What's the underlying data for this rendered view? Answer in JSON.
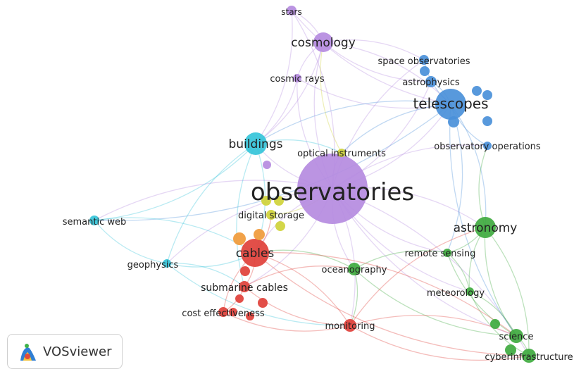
{
  "app": {
    "brand": "VOSviewer",
    "logo_icon": "vosviewer-logo-icon"
  },
  "colors": {
    "purple": "#b58be0",
    "blue": "#4a90d9",
    "cyan": "#35c4d9",
    "green": "#3faa3f",
    "red": "#e0403a",
    "yellow": "#cfd23a",
    "orange": "#f09a3a"
  },
  "nodes": [
    {
      "id": "observatories",
      "label": "observatories",
      "cluster": "purple",
      "weight": 10
    },
    {
      "id": "cosmology",
      "label": "cosmology",
      "cluster": "purple",
      "weight": 3
    },
    {
      "id": "stars",
      "label": "stars",
      "cluster": "purple",
      "weight": 2
    },
    {
      "id": "cosmic-rays",
      "label": "cosmic rays",
      "cluster": "purple",
      "weight": 2
    },
    {
      "id": "purple-minor",
      "label": "",
      "cluster": "purple",
      "weight": 1
    },
    {
      "id": "telescopes",
      "label": "telescopes",
      "cluster": "blue",
      "weight": 5
    },
    {
      "id": "astrophysics",
      "label": "astrophysics",
      "cluster": "blue",
      "weight": 2
    },
    {
      "id": "space-observatories",
      "label": "space observatories",
      "cluster": "blue",
      "weight": 2
    },
    {
      "id": "observatory-operations",
      "label": "observatory operations",
      "cluster": "blue",
      "weight": 1
    },
    {
      "id": "blue-minor-1",
      "label": "",
      "cluster": "blue",
      "weight": 1
    },
    {
      "id": "blue-minor-2",
      "label": "",
      "cluster": "blue",
      "weight": 1
    },
    {
      "id": "blue-minor-3",
      "label": "",
      "cluster": "blue",
      "weight": 1
    },
    {
      "id": "blue-minor-4",
      "label": "",
      "cluster": "blue",
      "weight": 1
    },
    {
      "id": "blue-minor-5",
      "label": "",
      "cluster": "blue",
      "weight": 1
    },
    {
      "id": "buildings",
      "label": "buildings",
      "cluster": "cyan",
      "weight": 3
    },
    {
      "id": "semantic-web",
      "label": "semantic web",
      "cluster": "cyan",
      "weight": 2
    },
    {
      "id": "geophysics",
      "label": "geophysics",
      "cluster": "cyan",
      "weight": 1
    },
    {
      "id": "astronomy",
      "label": "astronomy",
      "cluster": "green",
      "weight": 3
    },
    {
      "id": "remote-sensing",
      "label": "remote sensing",
      "cluster": "green",
      "weight": 1
    },
    {
      "id": "oceanography",
      "label": "oceanography",
      "cluster": "green",
      "weight": 2
    },
    {
      "id": "meteorology",
      "label": "meteorology",
      "cluster": "green",
      "weight": 1
    },
    {
      "id": "science",
      "label": "science",
      "cluster": "green",
      "weight": 2
    },
    {
      "id": "cyberinfrastructure",
      "label": "cyberinfrastructure",
      "cluster": "green",
      "weight": 2
    },
    {
      "id": "green-minor-1",
      "label": "",
      "cluster": "green",
      "weight": 1
    },
    {
      "id": "green-minor-2",
      "label": "",
      "cluster": "green",
      "weight": 1
    },
    {
      "id": "cables",
      "label": "cables",
      "cluster": "red",
      "weight": 4
    },
    {
      "id": "submarine-cables",
      "label": "submarine cables",
      "cluster": "red",
      "weight": 2
    },
    {
      "id": "cost-effectiveness",
      "label": "cost effectiveness",
      "cluster": "red",
      "weight": 1
    },
    {
      "id": "monitoring",
      "label": "monitoring",
      "cluster": "red",
      "weight": 2
    },
    {
      "id": "red-minor-1",
      "label": "",
      "cluster": "red",
      "weight": 1
    },
    {
      "id": "red-minor-2",
      "label": "",
      "cluster": "red",
      "weight": 1
    },
    {
      "id": "red-minor-3",
      "label": "",
      "cluster": "red",
      "weight": 1
    },
    {
      "id": "red-minor-4",
      "label": "",
      "cluster": "red",
      "weight": 1
    },
    {
      "id": "red-minor-5",
      "label": "",
      "cluster": "red",
      "weight": 1
    },
    {
      "id": "digital-storage",
      "label": "digital storage",
      "cluster": "yellow",
      "weight": 1
    },
    {
      "id": "optical-instruments",
      "label": "optical instruments",
      "cluster": "yellow",
      "weight": 1
    },
    {
      "id": "yellow-minor-1",
      "label": "",
      "cluster": "yellow",
      "weight": 1
    },
    {
      "id": "yellow-minor-2",
      "label": "",
      "cluster": "yellow",
      "weight": 1
    },
    {
      "id": "yellow-minor-3",
      "label": "",
      "cluster": "yellow",
      "weight": 1
    },
    {
      "id": "orange-1",
      "label": "",
      "cluster": "orange",
      "weight": 1
    },
    {
      "id": "orange-2",
      "label": "",
      "cluster": "orange",
      "weight": 1
    }
  ],
  "links": [
    [
      "observatories",
      "telescopes"
    ],
    [
      "observatories",
      "cosmology"
    ],
    [
      "observatories",
      "stars"
    ],
    [
      "observatories",
      "buildings"
    ],
    [
      "observatories",
      "semantic-web"
    ],
    [
      "observatories",
      "astronomy"
    ],
    [
      "observatories",
      "cables"
    ],
    [
      "observatories",
      "monitoring"
    ],
    [
      "observatories",
      "science"
    ],
    [
      "observatories",
      "cyberinfrastructure"
    ],
    [
      "observatories",
      "oceanography"
    ],
    [
      "observatories",
      "space-observatories"
    ],
    [
      "observatories",
      "astrophysics"
    ],
    [
      "observatories",
      "observatory-operations"
    ],
    [
      "observatories",
      "remote-sensing"
    ],
    [
      "observatories",
      "cosmic-rays"
    ],
    [
      "observatories",
      "geophysics"
    ],
    [
      "observatories",
      "submarine-cables"
    ],
    [
      "observatories",
      "meteorology"
    ],
    [
      "observatories",
      "optical-instruments"
    ],
    [
      "cosmology",
      "stars"
    ],
    [
      "cosmology",
      "telescopes"
    ],
    [
      "cosmology",
      "astrophysics"
    ],
    [
      "cosmology",
      "space-observatories"
    ],
    [
      "cosmology",
      "cosmic-rays"
    ],
    [
      "cosmology",
      "buildings"
    ],
    [
      "stars",
      "telescopes"
    ],
    [
      "stars",
      "buildings"
    ],
    [
      "cosmic-rays",
      "telescopes"
    ],
    [
      "cosmic-rays",
      "buildings"
    ],
    [
      "telescopes",
      "astrophysics"
    ],
    [
      "telescopes",
      "space-observatories"
    ],
    [
      "telescopes",
      "observatory-operations"
    ],
    [
      "telescopes",
      "astronomy"
    ],
    [
      "telescopes",
      "buildings"
    ],
    [
      "telescopes",
      "semantic-web"
    ],
    [
      "telescopes",
      "science"
    ],
    [
      "telescopes",
      "remote-sensing"
    ],
    [
      "telescopes",
      "optical-instruments"
    ],
    [
      "buildings",
      "semantic-web"
    ],
    [
      "buildings",
      "geophysics"
    ],
    [
      "buildings",
      "cables"
    ],
    [
      "buildings",
      "submarine-cables"
    ],
    [
      "buildings",
      "optical-instruments"
    ],
    [
      "semantic-web",
      "geophysics"
    ],
    [
      "semantic-web",
      "cables"
    ],
    [
      "geophysics",
      "cables"
    ],
    [
      "geophysics",
      "submarine-cables"
    ],
    [
      "geophysics",
      "monitoring"
    ],
    [
      "astronomy",
      "remote-sensing"
    ],
    [
      "astronomy",
      "science"
    ],
    [
      "astronomy",
      "cyberinfrastructure"
    ],
    [
      "astronomy",
      "meteorology"
    ],
    [
      "astronomy",
      "observatory-operations"
    ],
    [
      "remote-sensing",
      "oceanography"
    ],
    [
      "remote-sensing",
      "meteorology"
    ],
    [
      "remote-sensing",
      "science"
    ],
    [
      "meteorology",
      "science"
    ],
    [
      "meteorology",
      "cyberinfrastructure"
    ],
    [
      "science",
      "cyberinfrastructure"
    ],
    [
      "oceanography",
      "cables"
    ],
    [
      "oceanography",
      "monitoring"
    ],
    [
      "oceanography",
      "science"
    ],
    [
      "cables",
      "submarine-cables"
    ],
    [
      "cables",
      "cost-effectiveness"
    ],
    [
      "cables",
      "monitoring"
    ],
    [
      "cables",
      "digital-storage"
    ],
    [
      "cables",
      "science"
    ],
    [
      "cables",
      "cyberinfrastructure"
    ],
    [
      "submarine-cables",
      "cost-effectiveness"
    ],
    [
      "submarine-cables",
      "monitoring"
    ],
    [
      "submarine-cables",
      "oceanography"
    ],
    [
      "cost-effectiveness",
      "monitoring"
    ],
    [
      "monitoring",
      "science"
    ],
    [
      "monitoring",
      "cyberinfrastructure"
    ],
    [
      "monitoring",
      "astronomy"
    ],
    [
      "digital-storage",
      "observatories"
    ],
    [
      "optical-instruments",
      "cosmology"
    ]
  ]
}
